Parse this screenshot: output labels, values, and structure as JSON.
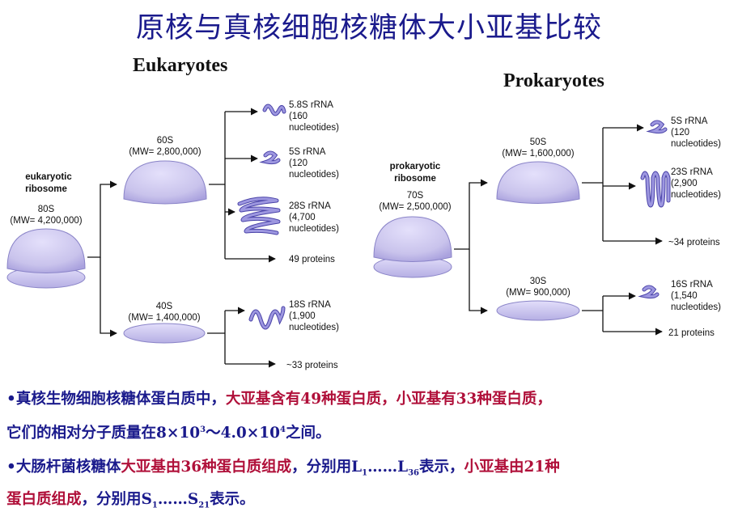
{
  "title": "原核与真核细胞核糖体大小亚基比较",
  "euk": {
    "heading": "Eukaryotes",
    "ribosome_label_1": "eukaryotic",
    "ribosome_label_2": "ribosome",
    "whole_s": "80S",
    "whole_mw": "(MW= 4,200,000)",
    "large_s": "60S",
    "large_mw": "(MW= 2,800,000)",
    "small_s": "40S",
    "small_mw": "(MW= 1,400,000)",
    "rrna_58_1": "5.8S rRNA",
    "rrna_58_2": "(160",
    "rrna_58_3": "nucleotides)",
    "rrna_5_1": "5S rRNA",
    "rrna_5_2": "(120",
    "rrna_5_3": "nucleotides)",
    "rrna_28_1": "28S rRNA",
    "rrna_28_2": "(4,700",
    "rrna_28_3": "nucleotides)",
    "proteins_large": "49 proteins",
    "rrna_18_1": "18S rRNA",
    "rrna_18_2": "(1,900",
    "rrna_18_3": "nucleotides)",
    "proteins_small": "~33 proteins"
  },
  "pro": {
    "heading": "Prokaryotes",
    "ribosome_label_1": "prokaryotic",
    "ribosome_label_2": "ribosome",
    "whole_s": "70S",
    "whole_mw": "(MW= 2,500,000)",
    "large_s": "50S",
    "large_mw": "(MW= 1,600,000)",
    "small_s": "30S",
    "small_mw": "(MW= 900,000)",
    "rrna_5_1": "5S rRNA",
    "rrna_5_2": "(120",
    "rrna_5_3": "nucleotides)",
    "rrna_23_1": "23S rRNA",
    "rrna_23_2": "(2,900",
    "rrna_23_3": "nucleotides)",
    "proteins_large": "~34 proteins",
    "rrna_16_1": "16S rRNA",
    "rrna_16_2": "(1,540",
    "rrna_16_3": "nucleotides)",
    "proteins_small": "21 proteins"
  },
  "notes": {
    "n1_a": "•真核生物细胞核糖体蛋白质中，",
    "n1_b": "大亚基含有49种蛋白质，小亚基有33种蛋白质，",
    "n2_a": "它们的相对分子质量在8×10",
    "n2_sup1": "3",
    "n2_b": "～4.0×10",
    "n2_sup2": "4",
    "n2_c": "之间。",
    "n3_a": "•大肠杆菌核糖体",
    "n3_b": "大亚基由36种蛋白质组成",
    "n3_c": "，分别用L",
    "n3_sub1": "1",
    "n3_d": "……L",
    "n3_sub2": "36",
    "n3_e": "表示，",
    "n3_f": "小亚基由21种",
    "n4_a": "蛋白质组成",
    "n4_b": "，分别用S",
    "n4_sub1": "1",
    "n4_c": "……S",
    "n4_sub2": "21",
    "n4_d": "表示。"
  },
  "colors": {
    "title": "#1a1a8c",
    "note_blue": "#1a1a8c",
    "note_red": "#b0103a",
    "subunit_fill": "#c9c3ec",
    "subunit_stroke": "#8a84c8",
    "rrna_fill": "#9d97e0",
    "rrna_stroke": "#4a43a8"
  }
}
